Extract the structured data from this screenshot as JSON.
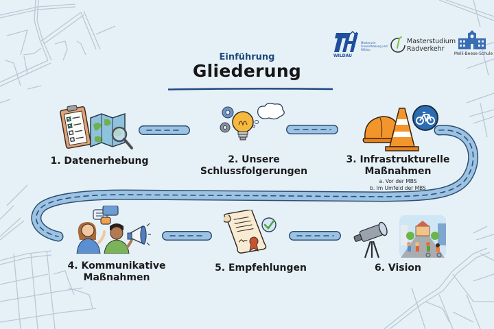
{
  "header": {
    "subtitle": "Einführung",
    "title": "Gliederung"
  },
  "logos": {
    "th_wildau": {
      "name": "WILDAU",
      "tagline": "Masterurie Fresenthebung und Wildau",
      "color": "#1e4f9c"
    },
    "masterstudium": {
      "line1": "Masterstudium",
      "line2": "Radverkehr",
      "accent": "#7fbf3f"
    },
    "school": {
      "name": "Melli-Beese-Schule",
      "color": "#3b6db3"
    }
  },
  "items": [
    {
      "number": "1.",
      "label": "1. Datenerhebung",
      "icon": "clipboard-map-magnifier-icon"
    },
    {
      "number": "2.",
      "label_line1": "2. Unsere",
      "label_line2": "Schlussfolgerungen",
      "icon": "lightbulb-gears-thought-icon"
    },
    {
      "number": "3.",
      "label_line1": "3. Infrastrukturelle",
      "label_line2": "Maßnahmen",
      "sub_items": [
        "a. Vor der MBS",
        "b. Im Umfeld der MBS"
      ],
      "icon": "helmet-cone-bike-sign-icon"
    },
    {
      "number": "4.",
      "label_line1": "4. Kommunikative",
      "label_line2": "Maßnahmen",
      "icon": "people-megaphone-icon"
    },
    {
      "number": "5.",
      "label": "5. Empfehlungen",
      "icon": "certificate-check-icon"
    },
    {
      "number": "6.",
      "label": "6. Vision",
      "icon": "telescope-school-street-icon"
    }
  ],
  "colors": {
    "background": "#e6f0f7",
    "road_fill": "#9cc3e4",
    "road_outline": "#2e4f73",
    "title_blue": "#1f4a80",
    "text_dark": "#1b1b1b"
  }
}
